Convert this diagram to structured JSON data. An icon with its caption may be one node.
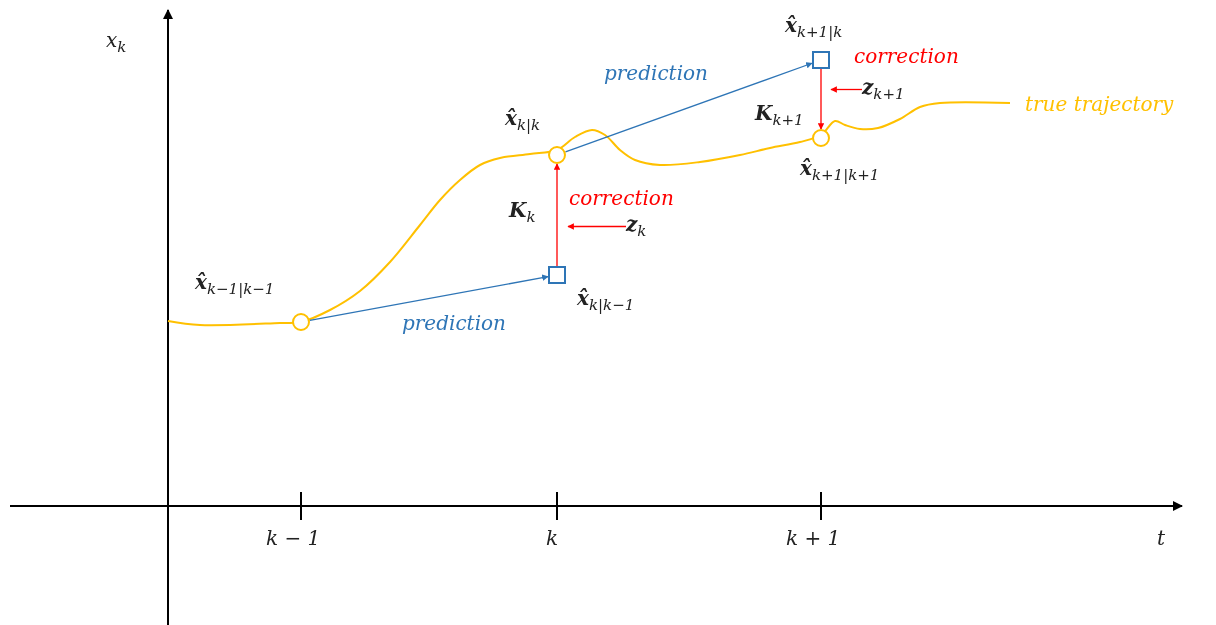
{
  "diagram": {
    "nodes": [
      {
        "text": [],
        "shape": "circle",
        "beside": [
          "**x̂**$_{k−1|k−1}$"
        ]
      },
      {
        "text": [],
        "shape": "box",
        "beside": [
          "**x̂**$_{k|k−1}$"
        ]
      },
      {
        "text": [],
        "shape": "circle",
        "beside": [
          "**x̂**$_{k|k}$"
        ]
      },
      {
        "text": [],
        "shape": "box",
        "beside": [
          "**x̂**$_{k+1|k}$"
        ]
      },
      {
        "text": [],
        "shape": "circle",
        "beside": [
          "**x̂**$_{k+1|k+1}$"
        ]
      },
      {
        "text": [
          "**z**$_{k}$"
        ]
      },
      {
        "text": [
          "**z**$_{k+1}$"
        ]
      }
    ],
    "edges": [
      {
        "from": 0,
        "to": 1,
        "arrow": "to",
        "label": "prediction",
        "color": "#2e75b6"
      },
      {
        "from": 1,
        "to": 2,
        "arrow": "to",
        "label": "correction",
        "color": "#ff0000"
      },
      {
        "from": 2,
        "to": 3,
        "arrow": "to",
        "label": "prediction",
        "color": "#2e75b6"
      },
      {
        "from": 3,
        "to": 4,
        "arrow": "to",
        "label": "correction",
        "color": "#ff0000"
      },
      {
        "from": 5,
        "to": null,
        "arrow": "to",
        "color": "#ff0000"
      },
      {
        "from": 6,
        "to": null,
        "arrow": "to",
        "color": "#ff0000"
      }
    ],
    "labels": [
      "x$_{k}$",
      "t",
      "k − 1",
      "k",
      "k + 1",
      "**K**$_{k}$",
      "**K**$_{k+1}$",
      "true trajectory"
    ]
  }
}
